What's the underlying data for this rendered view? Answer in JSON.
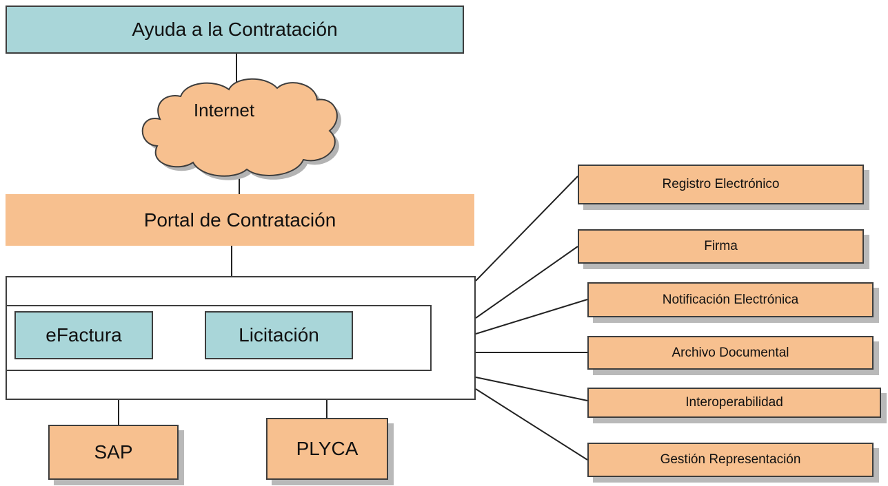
{
  "top_box": "Ayuda a la Contratación",
  "cloud": "Internet",
  "portal": "Portal de Contratación",
  "modules": [
    "eFactura",
    "Licitación"
  ],
  "backends": [
    "SAP",
    "PLYCA"
  ],
  "services": [
    "Registro Electrónico",
    "Firma",
    "Notificación Electrónica",
    "Archivo Documental",
    "Interoperabilidad",
    "Gestión Representación"
  ],
  "colors": {
    "teal": "#a9d6d9",
    "orange": "#f7c08f",
    "border": "#3d3d3d",
    "shadow": "#b9b9b9"
  }
}
